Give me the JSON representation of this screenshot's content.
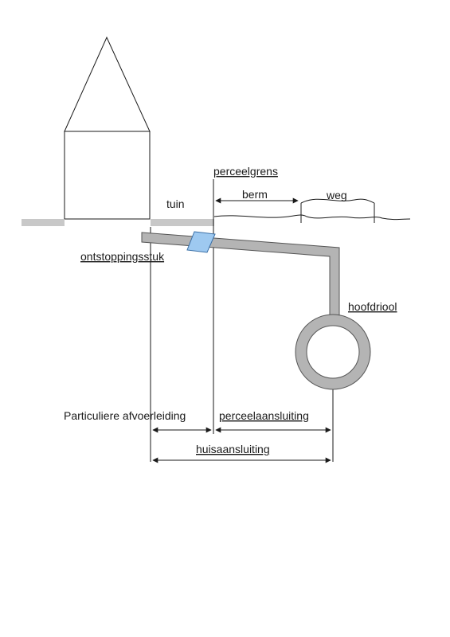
{
  "labels": {
    "perceelgrens": "perceelgrens",
    "tuin": "tuin",
    "berm": "berm",
    "weg": "weg",
    "ontstoppingsstuk": "ontstoppingsstuk",
    "hoofdriool": "hoofdriool",
    "particuliere_afvoerleiding": "Particuliere afvoerleiding",
    "perceelaansluiting": "perceelaansluiting",
    "huisaansluiting": "huisaansluiting"
  },
  "colors": {
    "line": "#1a1a1a",
    "ground": "#c8c8c8",
    "pipe_fill": "#b4b4b4",
    "pipe_stroke": "#555555",
    "cleanout_fill": "#9ec9f0",
    "cleanout_stroke": "#3a6fa6",
    "spellcheck": "#d83030"
  }
}
